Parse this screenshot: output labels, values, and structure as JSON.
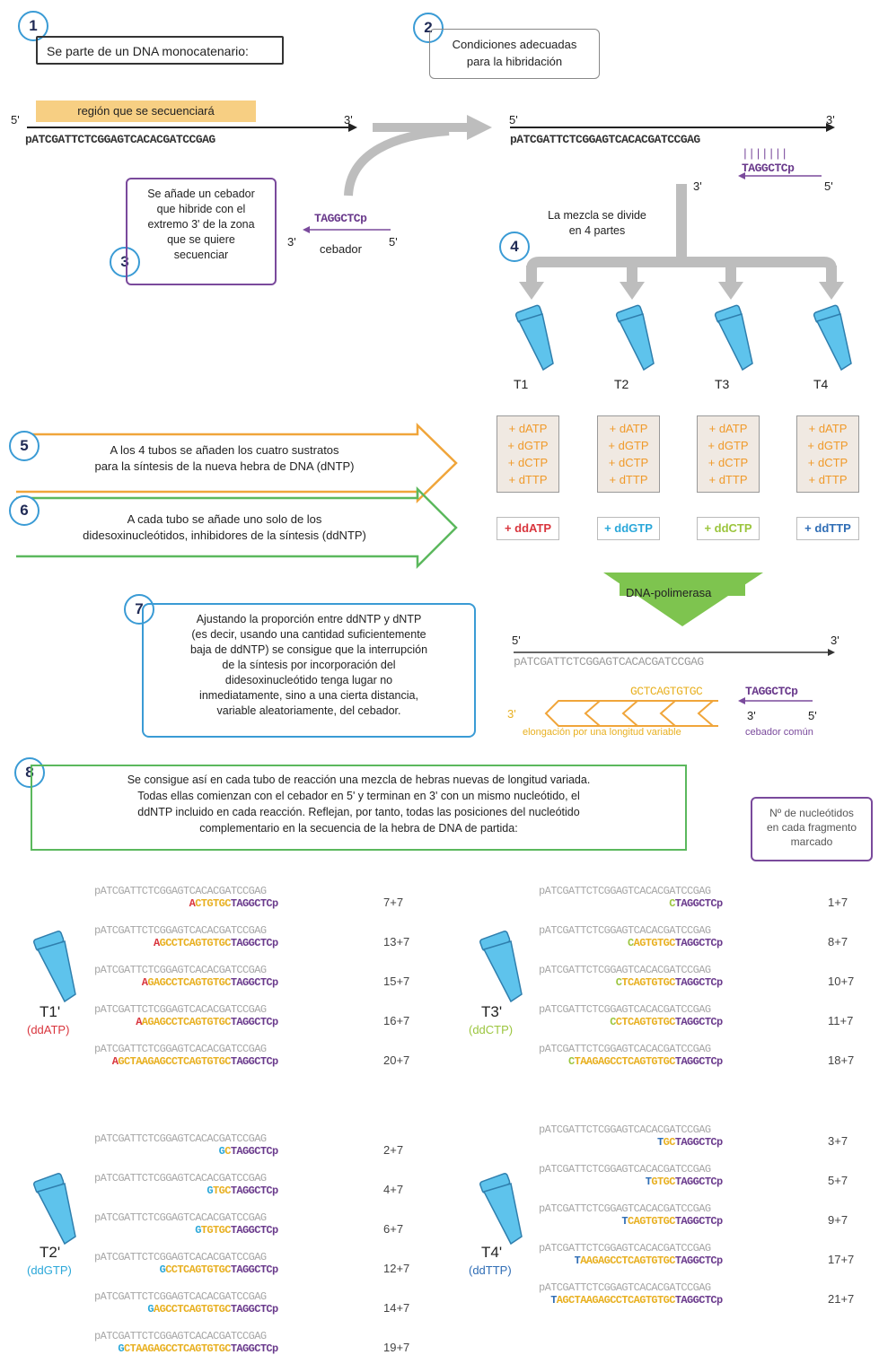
{
  "step_numbers": [
    "1",
    "2",
    "3",
    "4",
    "5",
    "6",
    "7",
    "8"
  ],
  "step1": {
    "text": "Se parte de un DNA monocatenario:"
  },
  "step2": {
    "line1": "Condiciones adecuadas",
    "line2": "para la hibridación"
  },
  "step3": {
    "line1": "Se añade un cebador",
    "line2": "que hibride con el",
    "line3": "extremo 3' de la zona",
    "line4": "que se quiere",
    "line5": "secuenciar"
  },
  "region_label": "región que se secuenciará",
  "template_seq": "pATCGATTCTCGGAGTCACACGATCCGAG",
  "five_prime": "5'",
  "three_prime": "3'",
  "primer_seq": "TAGGCTCp",
  "primer_ticks": "|||||||",
  "primer_label": "cebador",
  "step4": {
    "line1": "La mezcla se divide",
    "line2": "en 4 partes"
  },
  "tubes": [
    "T1",
    "T2",
    "T3",
    "T4"
  ],
  "mix_items": [
    "+ dATP",
    "+ dGTP",
    "+ dCTP",
    "+ dTTP"
  ],
  "dd_items": [
    "+ ddATP",
    "+ ddGTP",
    "+ ddCTP",
    "+ ddTTP"
  ],
  "step5": {
    "line1": "A los 4 tubos se añaden los cuatro sustratos",
    "line2": "para la síntesis de la nueva hebra de DNA (dNTP)"
  },
  "step6": {
    "line1": "A cada tubo se añade uno solo de los",
    "line2": "didesoxinucleótidos, inhibidores de la síntesis (ddNTP)"
  },
  "polymerase_label": "DNA-polimerasa",
  "step7": {
    "line1": "Ajustando la proporción entre ddNTP y dNTP",
    "line2": "(es decir, usando una cantidad suficientemente",
    "line3": "baja de ddNTP) se consigue que la interrupción",
    "line4": "de la síntesis por incorporación del",
    "line5": "didesoxinucleótido tenga lugar no",
    "line6": "inmediatamente, sino a una cierta distancia,",
    "line7": "variable aleatoriamente, del cebador."
  },
  "elong_seq": "GCTCAGTGTGC",
  "elong_label": "elongación por una longitud variable",
  "common_primer_label": "cebador común",
  "step8": {
    "line1": "Se consigue así en cada tubo de reacción una mezcla de hebras nuevas de longitud variada.",
    "line2": "Todas ellas comienzan con el cebador en 5' y terminan en 3' con un mismo nucleótido, el",
    "line3": "ddNTP incluido en cada reacción. Reflejan, por tanto, todas las posiciones del nucleótido",
    "line4": "complementario en la secuencia de la hebra de DNA de partida:"
  },
  "count_note": {
    "line1": "Nº de nucleótidos",
    "line2": "en cada fragmento",
    "line3": "marcado"
  },
  "groups": [
    {
      "tube": "T1'",
      "dd": "(ddATP)",
      "ends": "A",
      "rows": [
        {
          "new": "ACTGTGC",
          "count": "7+7"
        },
        {
          "new": "AGCCTCAGTGTGC",
          "count": "13+7"
        },
        {
          "new": "AGAGCCTCAGTGTGC",
          "count": "15+7"
        },
        {
          "new": "AAGAGCCTCAGTGTGC",
          "count": "16+7"
        },
        {
          "new": "AGCTAAGAGCCTCAGTGTGC",
          "count": "20+7"
        }
      ]
    },
    {
      "tube": "T2'",
      "dd": "(ddGTP)",
      "ends": "G",
      "rows": [
        {
          "new": "GC",
          "count": "2+7"
        },
        {
          "new": "GTGC",
          "count": "4+7"
        },
        {
          "new": "GTGTGC",
          "count": "6+7"
        },
        {
          "new": "GCCTCAGTGTGC",
          "count": "12+7"
        },
        {
          "new": "GAGCCTCAGTGTGC",
          "count": "14+7"
        },
        {
          "new": "GCTAAGAGCCTCAGTGTGC",
          "count": "19+7"
        }
      ]
    },
    {
      "tube": "T3'",
      "dd": "(ddCTP)",
      "ends": "C",
      "rows": [
        {
          "new": "C",
          "count": "1+7"
        },
        {
          "new": "CAGTGTGC",
          "count": "8+7"
        },
        {
          "new": "CTCAGTGTGC",
          "count": "10+7"
        },
        {
          "new": "CCTCAGTGTGC",
          "count": "11+7"
        },
        {
          "new": "CTAAGAGCCTCAGTGTGC",
          "count": "18+7"
        }
      ]
    },
    {
      "tube": "T4'",
      "dd": "(ddTTP)",
      "ends": "T",
      "rows": [
        {
          "new": "TGC",
          "count": "3+7"
        },
        {
          "new": "TGTGC",
          "count": "5+7"
        },
        {
          "new": "TCAGTGTGC",
          "count": "9+7"
        },
        {
          "new": "TAAGAGCCTCAGTGTGC",
          "count": "17+7"
        },
        {
          "new": "TAGCTAAGAGCCTCAGTGTGC",
          "count": "21+7"
        }
      ]
    }
  ],
  "colors": {
    "blue": "#3a9bd5",
    "orange": "#f0a53a",
    "green": "#5bb85d",
    "purple": "#7a4a9c",
    "red": "#d9353d",
    "gray": "#bdbdbd"
  }
}
